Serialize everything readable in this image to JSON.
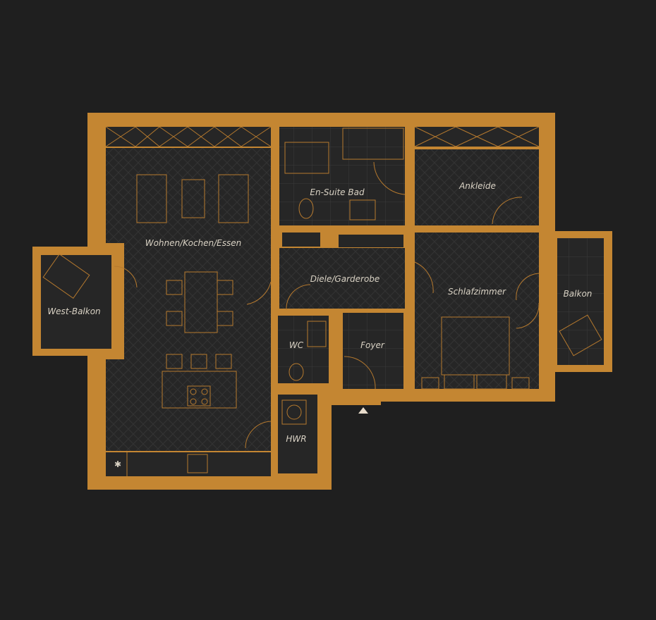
{
  "colors": {
    "background": "#1f1f1f",
    "wall": "#c48632",
    "floor": "#262626",
    "line": "#b5792e",
    "text": "#d9d2c4"
  },
  "rooms": {
    "wohnen": "Wohnen/Kochen/Essen",
    "bad": "En-Suite Bad",
    "ankleide": "Ankleide",
    "diele": "Diele/Garderobe",
    "schlaf": "Schlafzimmer",
    "balkon": "Balkon",
    "westbalkon": "West-Balkon",
    "wc": "WC",
    "foyer": "Foyer",
    "hwr": "HWR"
  }
}
